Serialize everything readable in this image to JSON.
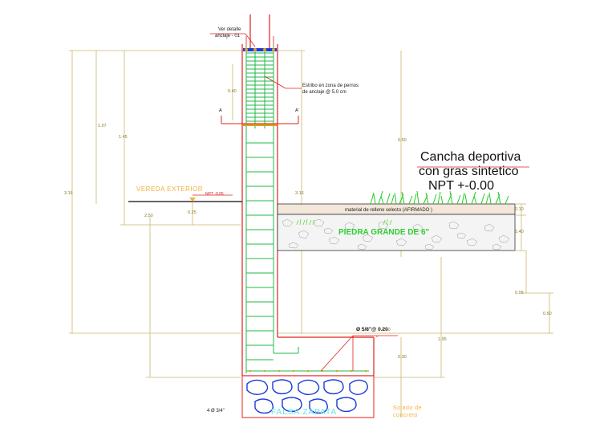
{
  "labels": {
    "ver_detalle_1": "Ver detalle",
    "ver_detalle_2": "anclaje - 01",
    "estribo_1": "Estribo en zona de pernos",
    "estribo_2": "de anclaje @ 5.0 cm",
    "cancha_1": "Cancha deportiva",
    "cancha_2": "con gras sintetico",
    "cancha_3": "NPT +-0.00",
    "vereda": "VEREDA EXTERIOR",
    "npt_vereda": "NPT -0.05",
    "material": "material de relleno selecto (AFIRMADO )",
    "piedra": "PIEDRA GRANDE DE 6\"",
    "acero": "Ø 5/8\"@ 0.20",
    "falsa_zapata": "FALSA ZAPATA",
    "solado_1": "Solado de",
    "solado_2": "concreto",
    "section_left": "A",
    "section_right": "A'",
    "bottom_note": "4 Ø 3/4\""
  },
  "dimensions": {
    "d_040_top": "0.40",
    "d_107": "1.07",
    "d_145": "1.45",
    "d_316_left": "3.16",
    "d_316_mid": "3.16",
    "d_250": "2.50",
    "d_025": "0.25",
    "d_050_left": "0.50",
    "d_010": "0.10",
    "d_040_right": "0.40",
    "d_095": "0.95",
    "d_050_right": "0.50",
    "d_195": "1.95",
    "d_030": "0.30",
    "d_020": "0.20"
  },
  "colors": {
    "dimension": "#c9b86a",
    "rebar": "#22b84a",
    "concrete_edge": "#e02020",
    "grass": "#22cc22",
    "stone_blue": "#1a3bd8",
    "afirmado": "#f3e7da"
  }
}
